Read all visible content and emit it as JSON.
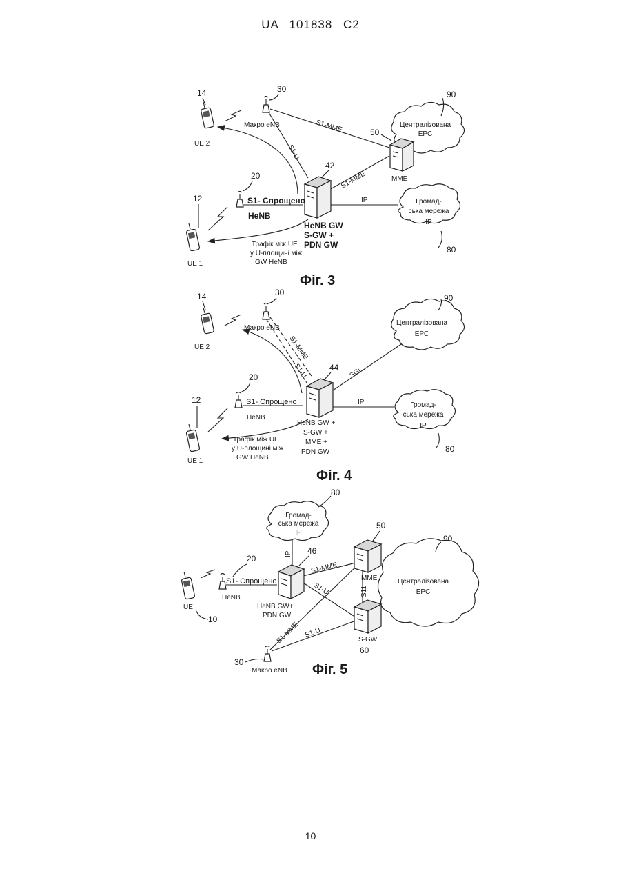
{
  "header": "UA 101838 C2",
  "page_number": "10",
  "fig3": {
    "caption": "Фіг. 3",
    "ue2_ref": "14",
    "ue2_label": "UE 2",
    "macro_ref": "30",
    "macro_label": "Макро eNB",
    "epc_ref": "90",
    "epc_label_1": "Централізована",
    "epc_label_2": "EPC",
    "mme_ref": "50",
    "mme_label": "MME",
    "link_s1mme_top": "S1-MME",
    "link_s1u": "S1-U",
    "link_s1mme_bottom": "S1-MME",
    "gw_ref": "42",
    "gw_label_1": "HeNB GW",
    "gw_label_2": "S-GW +",
    "gw_label_3": "PDN GW",
    "henb_ref": "20",
    "henb_label": "HeNB",
    "s1_simplified": "S1- Спрощено",
    "ue1_ref": "12",
    "ue1_label": "UE 1",
    "link_ip": "IP",
    "ip_label_1": "Громад-",
    "ip_label_2": "ська мережа",
    "ip_label_3": "IP",
    "ip_ref": "80",
    "traffic_1": "Трафік між UE",
    "traffic_2": "у U-площині між",
    "traffic_3": "GW HeNB"
  },
  "fig4": {
    "caption": "Фіг. 4",
    "ue2_ref": "14",
    "ue2_label": "UE 2",
    "macro_ref": "30",
    "macro_label": "Макро eNB",
    "epc_ref": "90",
    "epc_label_1": "Централізована",
    "epc_label_2": "EPC",
    "link_s1mme": "S1-MME",
    "link_s1u": "S1-U",
    "link_sgi": "SGi",
    "gw_ref": "44",
    "gw_label_1": "HeNB GW +",
    "gw_label_2": "S-GW +",
    "gw_label_3": "MME +",
    "gw_label_4": "PDN GW",
    "henb_ref": "20",
    "henb_label": "HeNB",
    "s1_simplified": "S1- Спрощено",
    "ue1_ref": "12",
    "ue1_label": "UE 1",
    "link_ip": "IP",
    "ip_label_1": "Громад-",
    "ip_label_2": "ська мережа",
    "ip_label_3": "IP",
    "ip_ref": "80",
    "traffic_1": "Трафік між UE",
    "traffic_2": "у U-площині між",
    "traffic_3": "GW HeNB"
  },
  "fig5": {
    "caption": "Фіг. 5",
    "ip_ref": "80",
    "ip_label_1": "Громад-",
    "ip_label_2": "ська мережа",
    "ip_label_3": "IP",
    "link_ip": "IP",
    "mme_ref": "50",
    "mme_label": "MME",
    "epc_ref": "90",
    "epc_label_1": "Централізована",
    "epc_label_2": "EPC",
    "gw_ref": "46",
    "gw_label_1": "HeNB GW+",
    "gw_label_2": "PDN GW",
    "henb_ref": "20",
    "henb_label": "HeNB",
    "s1_simplified": "S1- Спрощено",
    "ue_label": "UE",
    "ue_ref": "10",
    "link_s1mme_a": "S1-MME",
    "link_s1u_a": "S1-U",
    "link_s11": "S11",
    "link_s1mme_b": "S1-MME",
    "link_s1u_b": "S1-U",
    "sgw_label": "S-GW",
    "sgw_ref": "60",
    "macro_ref": "30",
    "macro_label": "Макро eNB"
  }
}
